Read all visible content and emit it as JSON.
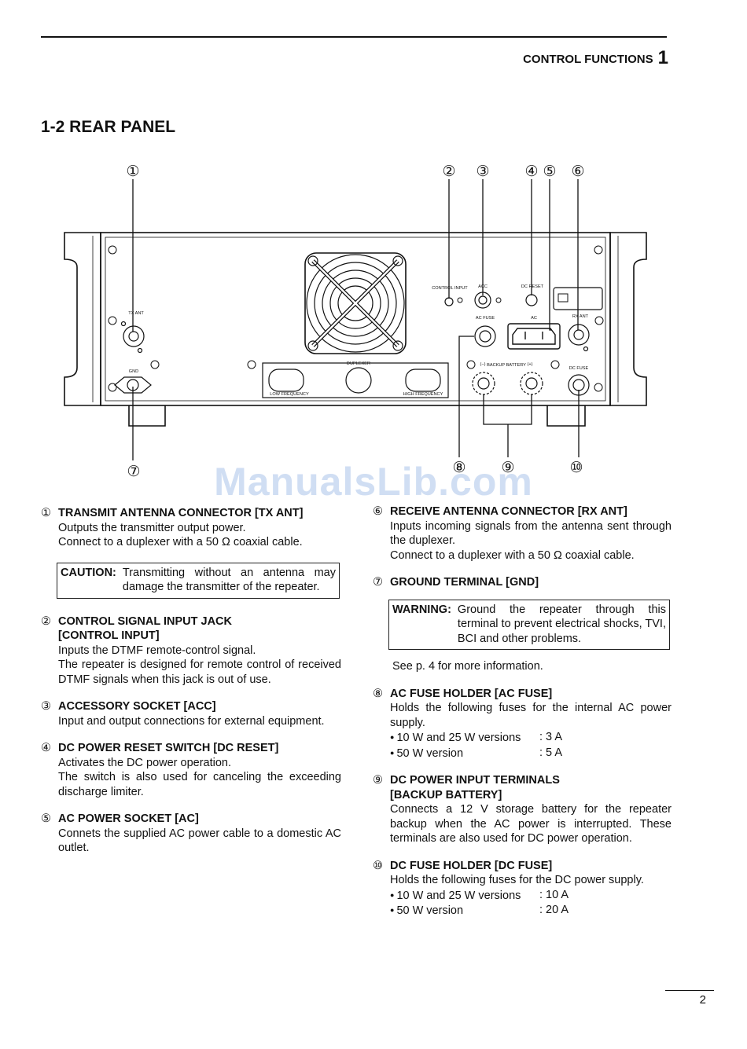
{
  "header": {
    "section": "CONTROL FUNCTIONS",
    "chapter": "1"
  },
  "section_title": "1-2 REAR PANEL",
  "diagram": {
    "callouts": [
      "①",
      "②",
      "③",
      "④",
      "⑤",
      "⑥",
      "⑦",
      "⑧",
      "⑨",
      "⑩"
    ],
    "labels": {
      "tx_ant": "TX ANT",
      "gnd": "GND",
      "control_input": "CONTROL INPUT",
      "acc": "ACC",
      "dc_reset": "DC RESET",
      "ac_fuse": "AC FUSE",
      "ac": "AC",
      "rx_ant": "RX ANT",
      "backup_battery": "BACKUP BATTERY",
      "minus": "(−)",
      "plus": "(+)",
      "dc_fuse": "DC FUSE",
      "duplexer": "DUPLEXER",
      "low_frequency": "LOW FREQUENCY",
      "high_frequency": "HIGH FREQUENCY"
    }
  },
  "watermark": "ManualsLib.com",
  "left_column": {
    "item1": {
      "num": "①",
      "title": "TRANSMIT ANTENNA CONNECTOR [TX ANT]",
      "l1": "Outputs the transmitter output power.",
      "l2": "Connect to a duplexer with a 50 Ω coaxial cable."
    },
    "caution": {
      "label": "CAUTION:",
      "text": "Transmitting without an antenna may damage the transmitter of the repeater."
    },
    "item2": {
      "num": "②",
      "title": "CONTROL SIGNAL INPUT JACK",
      "subtitle": "[CONTROL INPUT]",
      "l1": "Inputs the DTMF remote-control signal.",
      "l2": "The repeater is designed for remote control of received DTMF signals when this jack is out of use."
    },
    "item3": {
      "num": "③",
      "title": "ACCESSORY SOCKET [ACC]",
      "l1": "Input and output connections for external equipment."
    },
    "item4": {
      "num": "④",
      "title": "DC POWER RESET SWITCH [DC RESET]",
      "l1": "Activates the DC power operation.",
      "l2": "The switch is also used for canceling the exceeding discharge limiter."
    },
    "item5": {
      "num": "⑤",
      "title": "AC POWER SOCKET [AC]",
      "l1": "Connets the supplied AC power cable to a domestic AC outlet."
    }
  },
  "right_column": {
    "item6": {
      "num": "⑥",
      "title": "RECEIVE ANTENNA CONNECTOR [RX ANT]",
      "l1": "Inputs incoming signals from the antenna sent through the duplexer.",
      "l2": "Connect to a duplexer with a 50 Ω coaxial cable."
    },
    "item7": {
      "num": "⑦",
      "title": "GROUND TERMINAL [GND]"
    },
    "warning": {
      "label": "WARNING:",
      "text": "Ground the repeater through this terminal to prevent electrical shocks, TVI, BCI and other problems."
    },
    "see_page": "See p. 4 for more information.",
    "item8": {
      "num": "⑧",
      "title": "AC FUSE HOLDER [AC FUSE]",
      "l1": "Holds the following fuses for the internal AC power supply.",
      "f1_label": "10 W and 25 W versions",
      "f1_value": ": 3 A",
      "f2_label": "50 W version",
      "f2_value": ": 5 A"
    },
    "item9": {
      "num": "⑨",
      "title": "DC POWER INPUT TERMINALS",
      "subtitle": "[BACKUP BATTERY]",
      "l1": "Connects a 12 V storage battery for the repeater backup when the AC power is interrupted. These terminals are also used for DC power operation."
    },
    "item10": {
      "num": "⑩",
      "title": "DC FUSE HOLDER [DC FUSE]",
      "l1": "Holds the following fuses for the DC power supply.",
      "f1_label": "10 W and 25 W versions",
      "f1_value": ": 10 A",
      "f2_label": "50 W version",
      "f2_value": ": 20 A"
    }
  },
  "page_number": "2"
}
